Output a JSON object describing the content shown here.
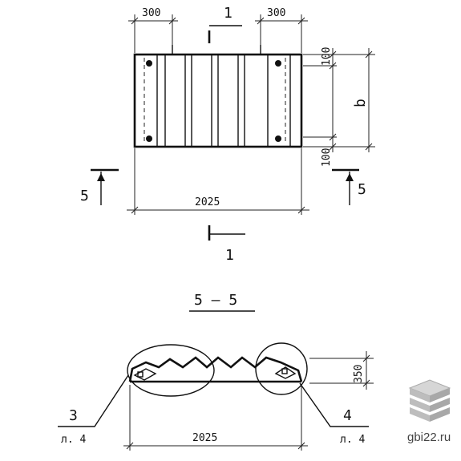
{
  "plan": {
    "dim_left": "300",
    "dim_right": "300",
    "dim_top": "100",
    "dim_bottom": "100",
    "dim_width": "2025",
    "dim_height": "b",
    "section_mark": "1",
    "section_mark_bottom": "1",
    "side_mark_left": "5",
    "side_mark_right": "5"
  },
  "section": {
    "title": "5 — 5",
    "dim_width": "2025",
    "dim_height": "350",
    "callout_left_num": "3",
    "callout_left_sheet": "л. 4",
    "callout_right_num": "4",
    "callout_right_sheet": "л. 4"
  },
  "watermark": {
    "text": "gbi22.ru"
  }
}
